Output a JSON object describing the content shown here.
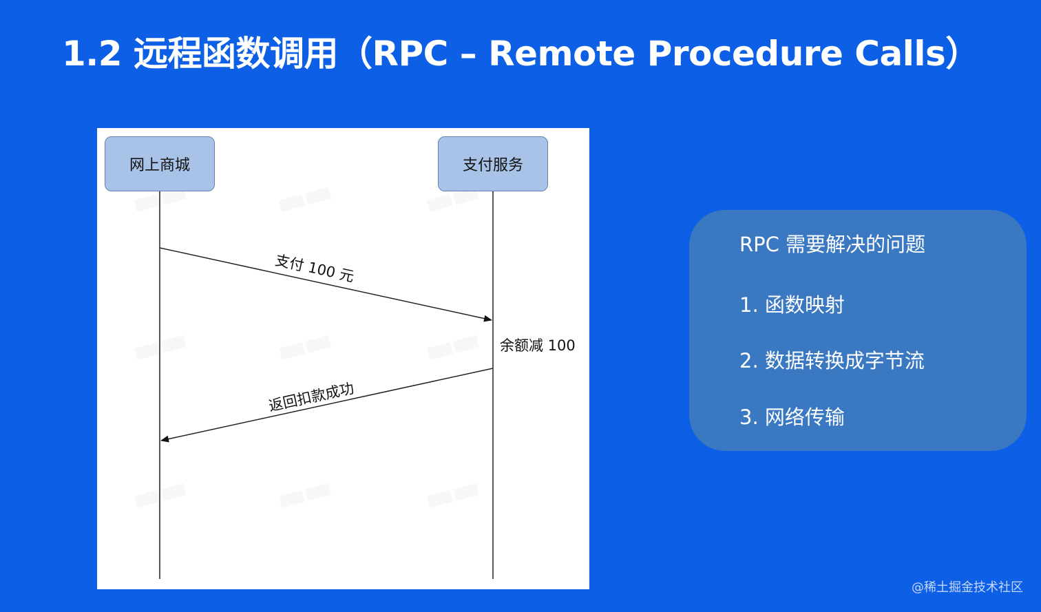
{
  "slide": {
    "title": "1.2 远程函数调用（RPC – Remote Procedure Calls）"
  },
  "diagram": {
    "actors": [
      {
        "label": "网上商城"
      },
      {
        "label": "支付服务"
      }
    ],
    "messages": [
      {
        "label": "支付 100 元",
        "from": "网上商城",
        "to": "支付服务"
      },
      {
        "label": "返回扣款成功",
        "from": "支付服务",
        "to": "网上商城"
      }
    ],
    "note": "余额减 100"
  },
  "problems": {
    "heading": "RPC 需要解决的问题",
    "items": [
      "1. 函数映射",
      "2. 数据转换成字节流",
      "3. 网络传输"
    ]
  },
  "footer": {
    "credit": "@稀土掘金技术社区"
  },
  "colors": {
    "background": "#0d5fe6",
    "actor_fill": "#a9c3e8",
    "panel_fill": "#3a78c2"
  }
}
